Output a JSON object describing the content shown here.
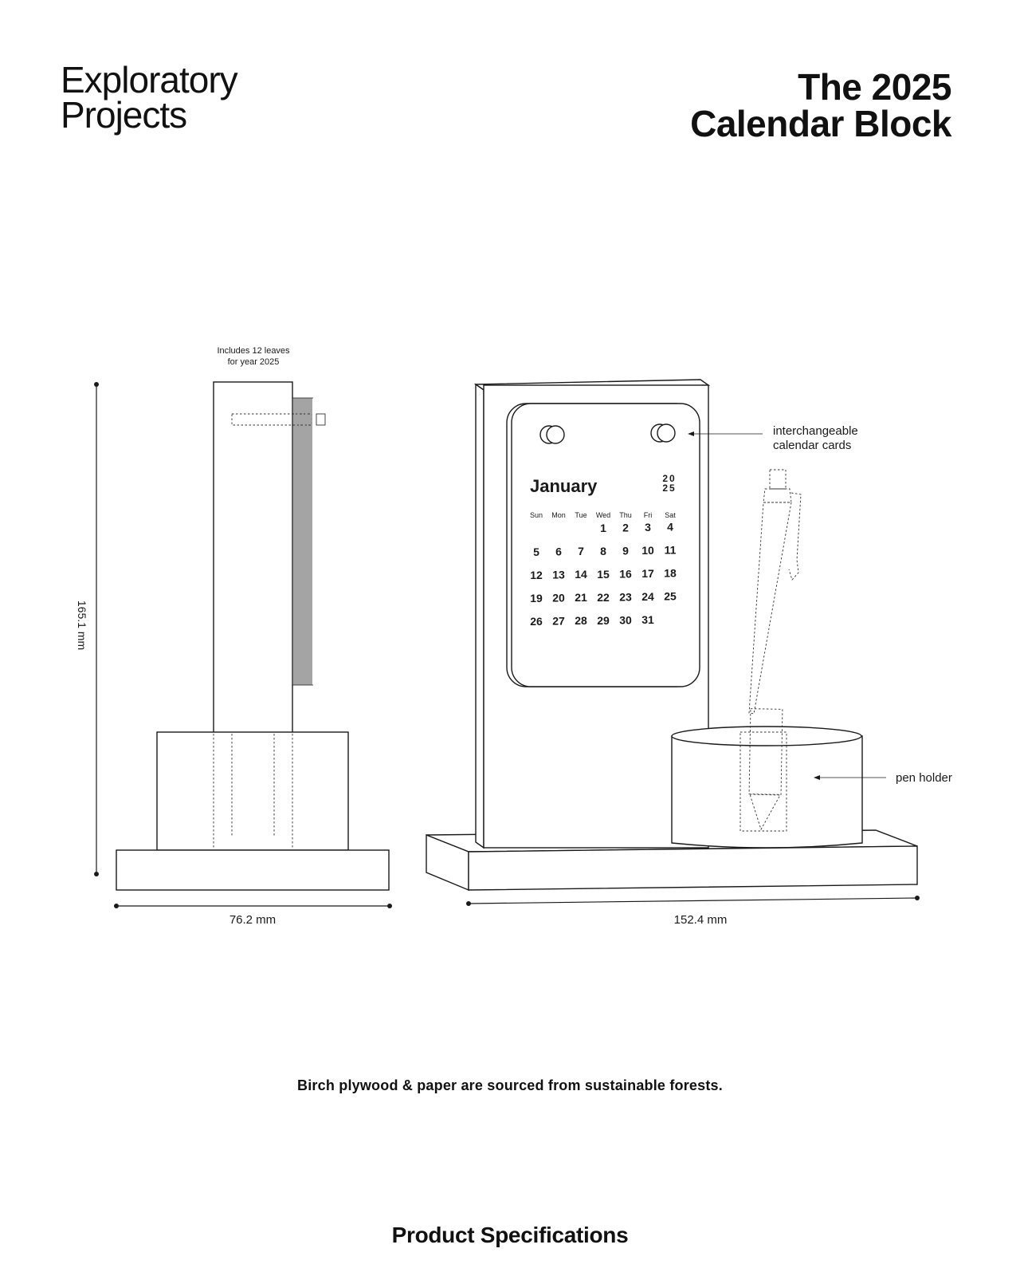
{
  "brand": {
    "line1": "Exploratory",
    "line2": "Projects"
  },
  "title": {
    "line1": "The 2025",
    "line2": "Calendar Block"
  },
  "side_view": {
    "note_line1": "Includes 12 leaves",
    "note_line2": "for year 2025",
    "height_label": "165.1 mm",
    "width_label": "76.2 mm"
  },
  "front_view": {
    "width_label": "152.4 mm",
    "callout_cards_line1": "interchangeable",
    "callout_cards_line2": "calendar cards",
    "callout_pen": "pen holder"
  },
  "calendar": {
    "month": "January",
    "year_top": "20",
    "year_bottom": "25",
    "weekdays": [
      "Sun",
      "Mon",
      "Tue",
      "Wed",
      "Thu",
      "Fri",
      "Sat"
    ],
    "weeks": [
      [
        "",
        "",
        "",
        "1",
        "2",
        "3",
        "4"
      ],
      [
        "5",
        "6",
        "7",
        "8",
        "9",
        "10",
        "11"
      ],
      [
        "12",
        "13",
        "14",
        "15",
        "16",
        "17",
        "18"
      ],
      [
        "19",
        "20",
        "21",
        "22",
        "23",
        "24",
        "25"
      ],
      [
        "26",
        "27",
        "28",
        "29",
        "30",
        "31",
        ""
      ]
    ]
  },
  "footnote": "Birch plywood & paper are sourced from sustainable forests.",
  "footer": "Product Specifications"
}
